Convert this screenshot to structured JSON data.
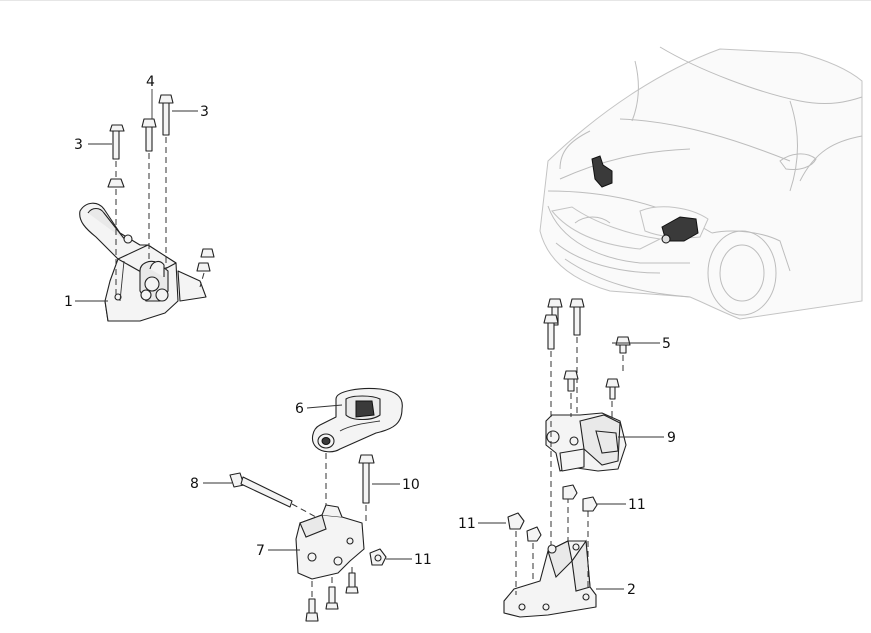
{
  "diagram": {
    "callouts": [
      {
        "id": "c1",
        "label": "1"
      },
      {
        "id": "c2",
        "label": "2"
      },
      {
        "id": "c3a",
        "label": "3"
      },
      {
        "id": "c3b",
        "label": "3"
      },
      {
        "id": "c4",
        "label": "4"
      },
      {
        "id": "c5",
        "label": "5"
      },
      {
        "id": "c6",
        "label": "6"
      },
      {
        "id": "c7",
        "label": "7"
      },
      {
        "id": "c8",
        "label": "8"
      },
      {
        "id": "c9",
        "label": "9"
      },
      {
        "id": "c10",
        "label": "10"
      },
      {
        "id": "c11a",
        "label": "11"
      },
      {
        "id": "c11b",
        "label": "11"
      },
      {
        "id": "c11c",
        "label": "11"
      }
    ]
  }
}
